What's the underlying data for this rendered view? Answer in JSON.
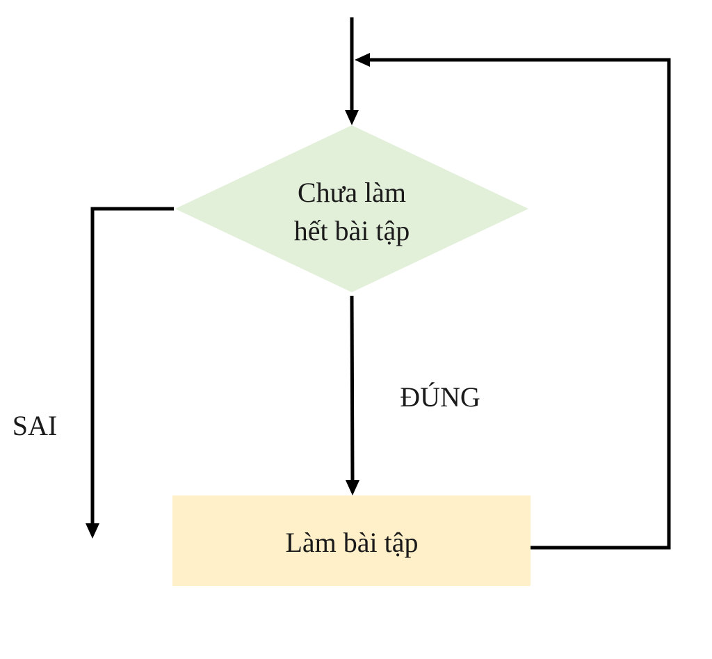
{
  "diagram": {
    "decision": {
      "line1": "Chưa làm",
      "line2": "hết bài tập",
      "fill": "#e2efd9"
    },
    "process": {
      "label": "Làm bài tập",
      "fill": "#fff0c9"
    },
    "labels": {
      "true_branch": "ĐÚNG",
      "false_branch": "SAI"
    },
    "line_color": "#000000"
  }
}
